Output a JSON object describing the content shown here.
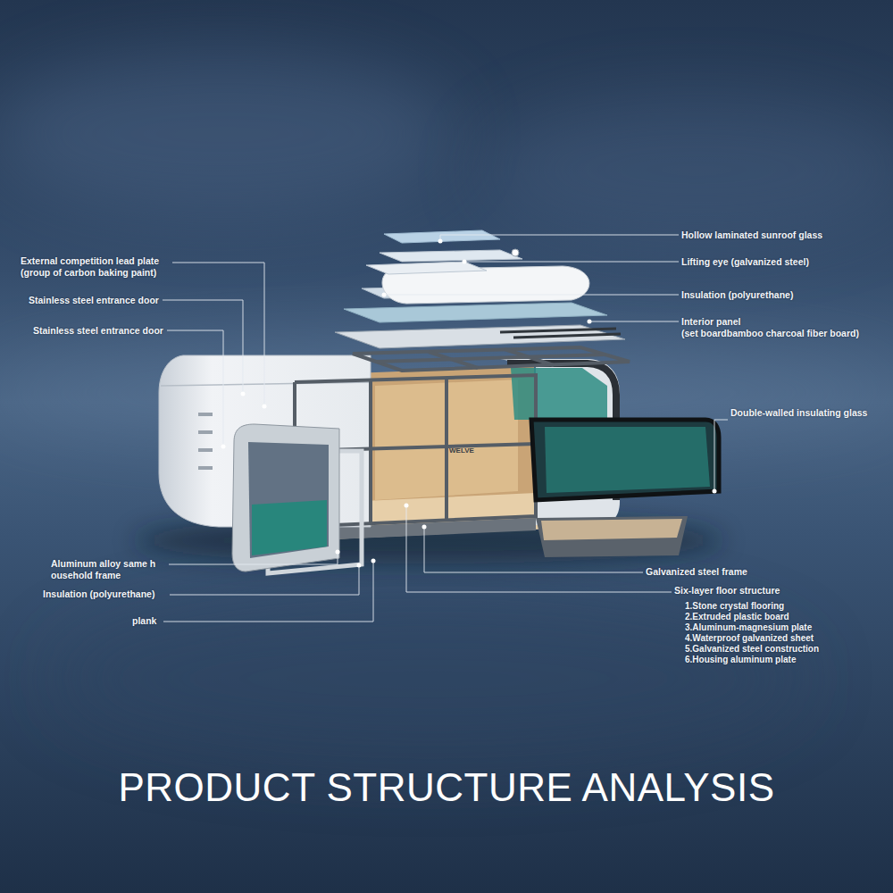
{
  "diagram": {
    "title": "PRODUCT STRUCTURE ANALYSIS",
    "labels": [
      "External competition lead plate (group of carbon baking paint)",
      "Stainless steel entrance door",
      "Stainless steel entrance door",
      "Hollow laminated sunroof glass",
      "Lifting eye (galvanized steel)",
      "Insulation (polyurethane)",
      "Interior panel",
      "(set boardbamboo charcoal fiber board)",
      "Double-walled insulating glass",
      "WELVE",
      "Aluminum alloy same h ousehold frame",
      "Insulation (polyurethane)",
      "plank",
      "Galvanized steel frame",
      "Six-layer floor structure",
      "1.Stone crystal flooring",
      "2.Extruded plastic board",
      "3.Aluminum-magnesium plate",
      "4.Waterproof galvanized sheet",
      "5.Galvanized steel construction",
      "6.Housing aluminum plate"
    ]
  }
}
